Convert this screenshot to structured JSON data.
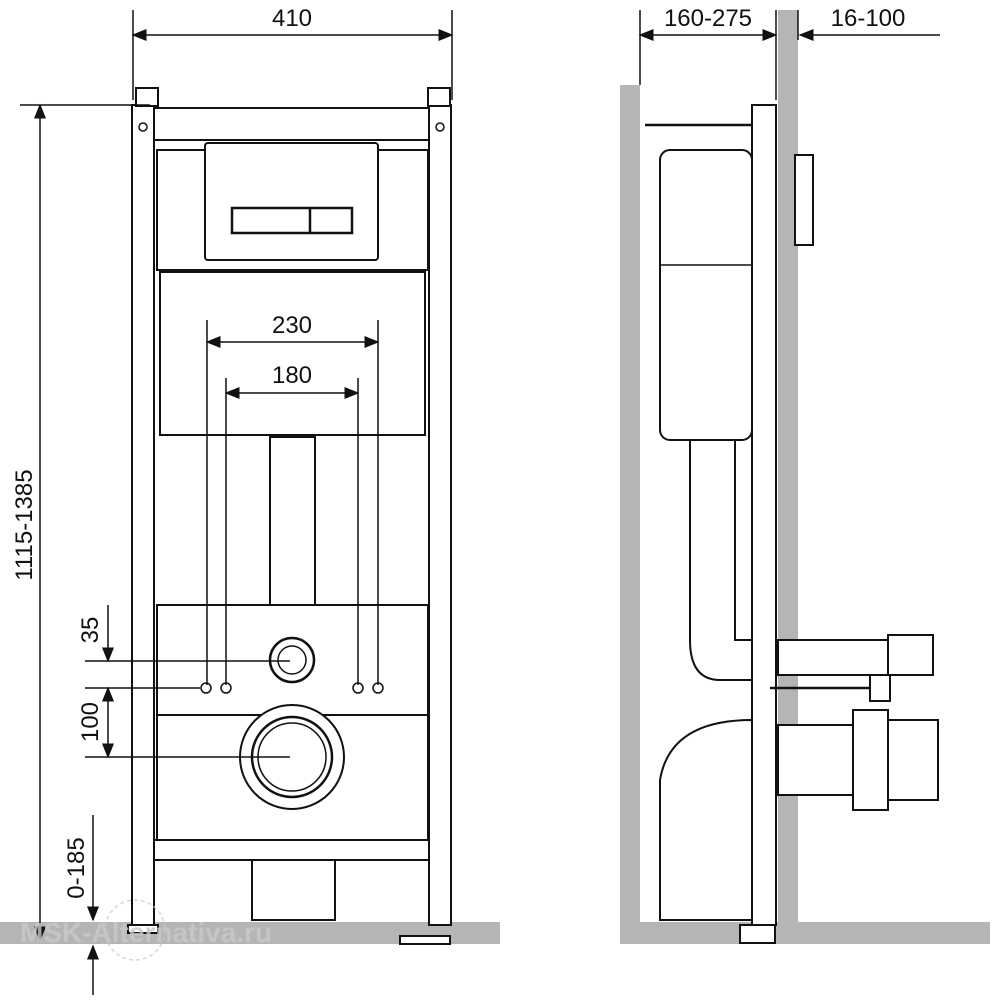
{
  "front_view": {
    "width_label": "410",
    "height_label": "1115-1385",
    "spacing_outer_label": "230",
    "spacing_inner_label": "180",
    "offset_small_label": "35",
    "offset_drain_label": "100",
    "floor_gap_label": "0-185"
  },
  "side_view": {
    "depth_label": "160-275",
    "wall_label": "16-100"
  },
  "watermark": "MSK-Alternativa.ru"
}
